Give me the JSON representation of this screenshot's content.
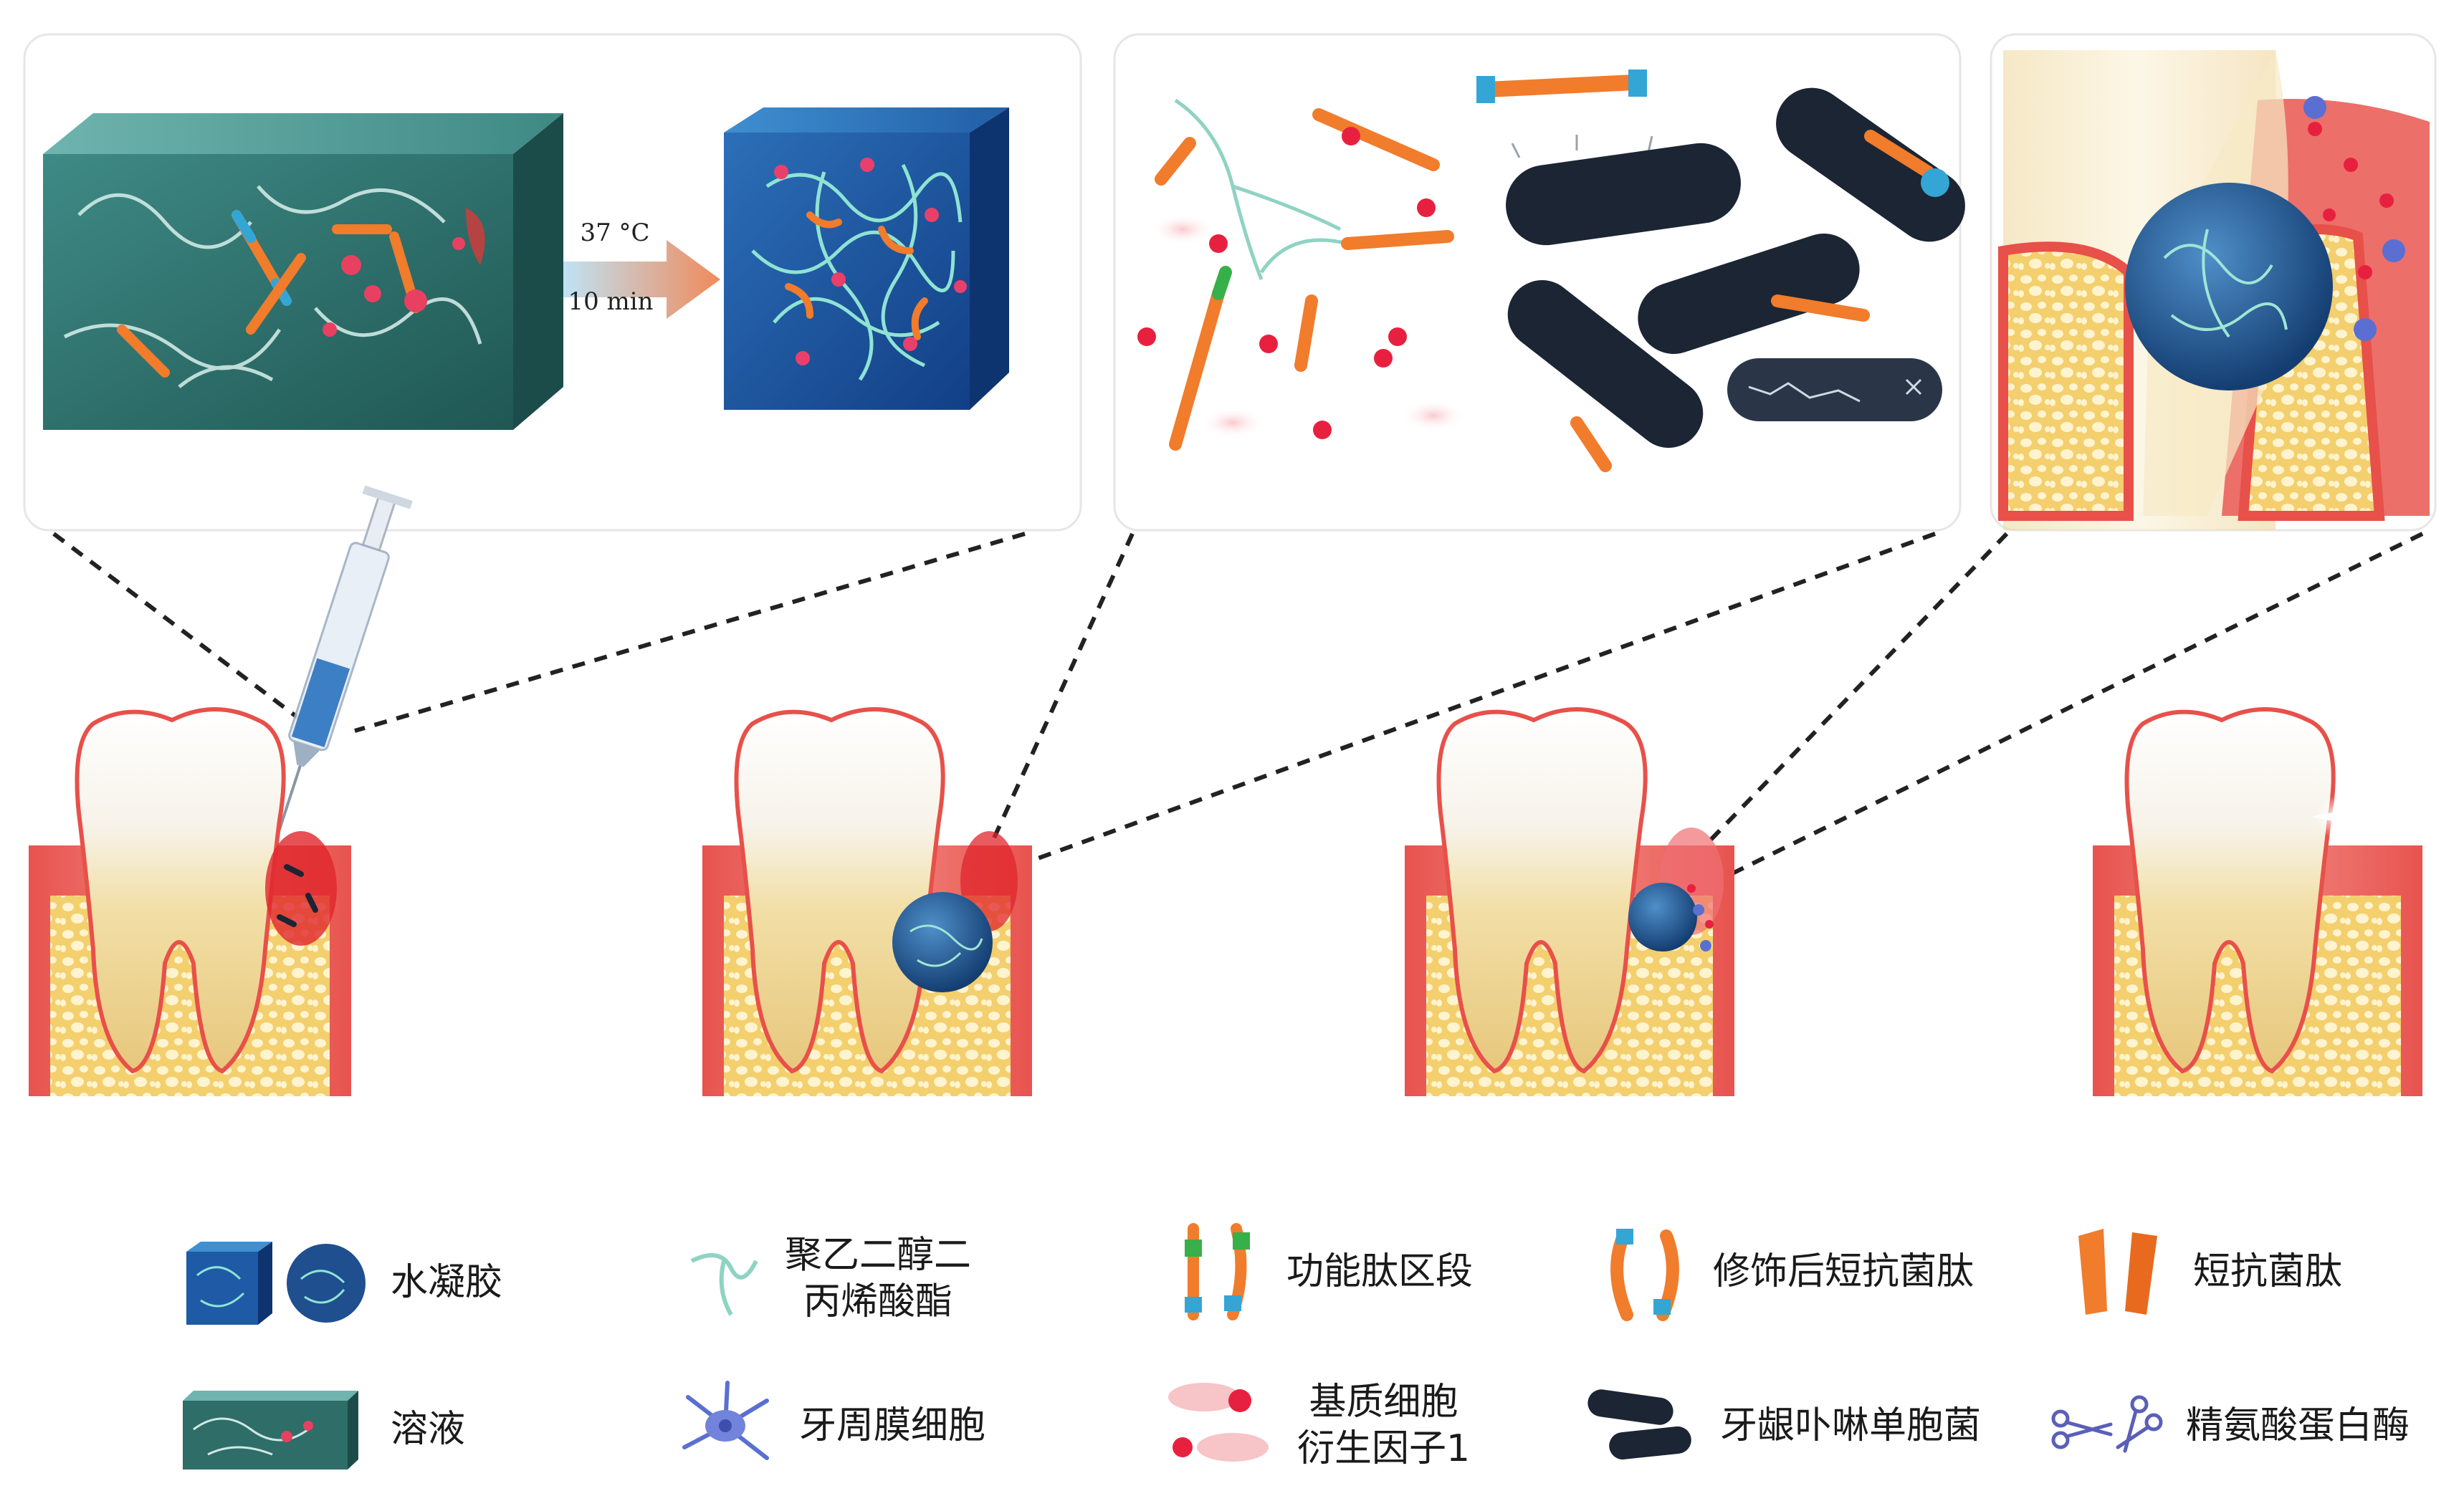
{
  "transition": {
    "temperature": "37 °C",
    "time": "10 min"
  },
  "legend": [
    {
      "key": "hydrogel",
      "icon": "hydrogel-cube-sphere-icon",
      "lines": [
        "水凝胶"
      ]
    },
    {
      "key": "peg",
      "icon": "peg-strand-icon",
      "lines": [
        "聚乙二醇二",
        "丙烯酸酯"
      ]
    },
    {
      "key": "functional_peptide",
      "icon": "functional-peptide-icon",
      "lines": [
        "功能肽区段"
      ]
    },
    {
      "key": "modified_amp",
      "icon": "modified-amp-icon",
      "lines": [
        "修饰后短抗菌肽"
      ]
    },
    {
      "key": "short_amp",
      "icon": "short-amp-icon",
      "lines": [
        "短抗菌肽"
      ]
    },
    {
      "key": "solution",
      "icon": "solution-block-icon",
      "lines": [
        "溶液"
      ]
    },
    {
      "key": "pdl_cell",
      "icon": "pdl-cell-icon",
      "lines": [
        "牙周膜细胞"
      ]
    },
    {
      "key": "sdf1",
      "icon": "sdf1-factor-icon",
      "lines": [
        "基质细胞",
        "衍生因子1"
      ]
    },
    {
      "key": "pgingivalis",
      "icon": "p-gingivalis-icon",
      "lines": [
        "牙龈卟啉单胞菌"
      ]
    },
    {
      "key": "gingipain",
      "icon": "gingipain-scissors-icon",
      "lines": [
        "精氨酸蛋白酶"
      ]
    }
  ]
}
